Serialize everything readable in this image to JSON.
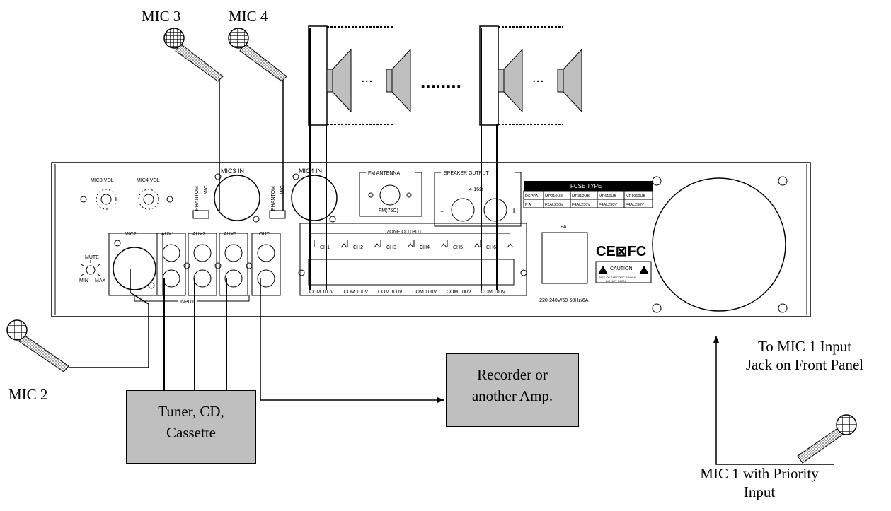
{
  "callouts": {
    "mic3": "MIC 3",
    "mic4": "MIC 4",
    "mic2": "MIC 2",
    "mic1_line1": "MIC 1 with Priority",
    "mic1_line2": "Input",
    "front_line1": "To MIC 1 Input",
    "front_line2": "Jack on Front Panel"
  },
  "boxes": {
    "sources_line1": "Tuner, CD,",
    "sources_line2": "Cassette",
    "recorder_line1": "Recorder or",
    "recorder_line2": "another Amp."
  },
  "ellipses": {
    "short": "...",
    "long": "........"
  },
  "panel": {
    "mic3_vol": "MIC3 VOL",
    "mic4_vol": "MIC4 VOL",
    "mic3_in": "MIC3 IN",
    "mic4_in": "MIC4 IN",
    "phantom": "PHANTOM",
    "mic": "MIC",
    "fm_antenna": "FM ANTENNA",
    "fm_ohm": "FM(75Ω)",
    "speaker_output": "SPEAKER OUTPUT",
    "impedance": "4-16Ω",
    "minus": "-",
    "plus": "+",
    "zone_output": "ZONE OUTPUT",
    "channels": [
      "CH1",
      "CH2",
      "CH3",
      "CH4",
      "CH5",
      "CH6"
    ],
    "com": "COM 100V",
    "mic2": "MIC2",
    "aux1": "AUX1",
    "aux2": "AUX2",
    "aux3": "AUX3",
    "out": "OUT",
    "input": "INPUT",
    "mute": "MUTE",
    "min": "MIN",
    "max": "MAX",
    "fuse_type": "FUSE TYPE",
    "fuse_table": [
      [
        "DSPPA",
        "MP210UB",
        "MP310UB",
        "MP610UB",
        "MP1010UB"
      ],
      [
        "F A",
        "F2AL250V",
        "F4AL250V",
        "F4AL250V",
        "F4AL250V"
      ]
    ],
    "fa": "FA",
    "cert_marks": "CE⊠FC",
    "caution": "CAUTION!",
    "caution_sub1": "RISK OF ELECTRIC SHOCK",
    "caution_sub2": "DO NOT OPEN",
    "power_rating": "~220-240V/50-60Hz/6A"
  }
}
